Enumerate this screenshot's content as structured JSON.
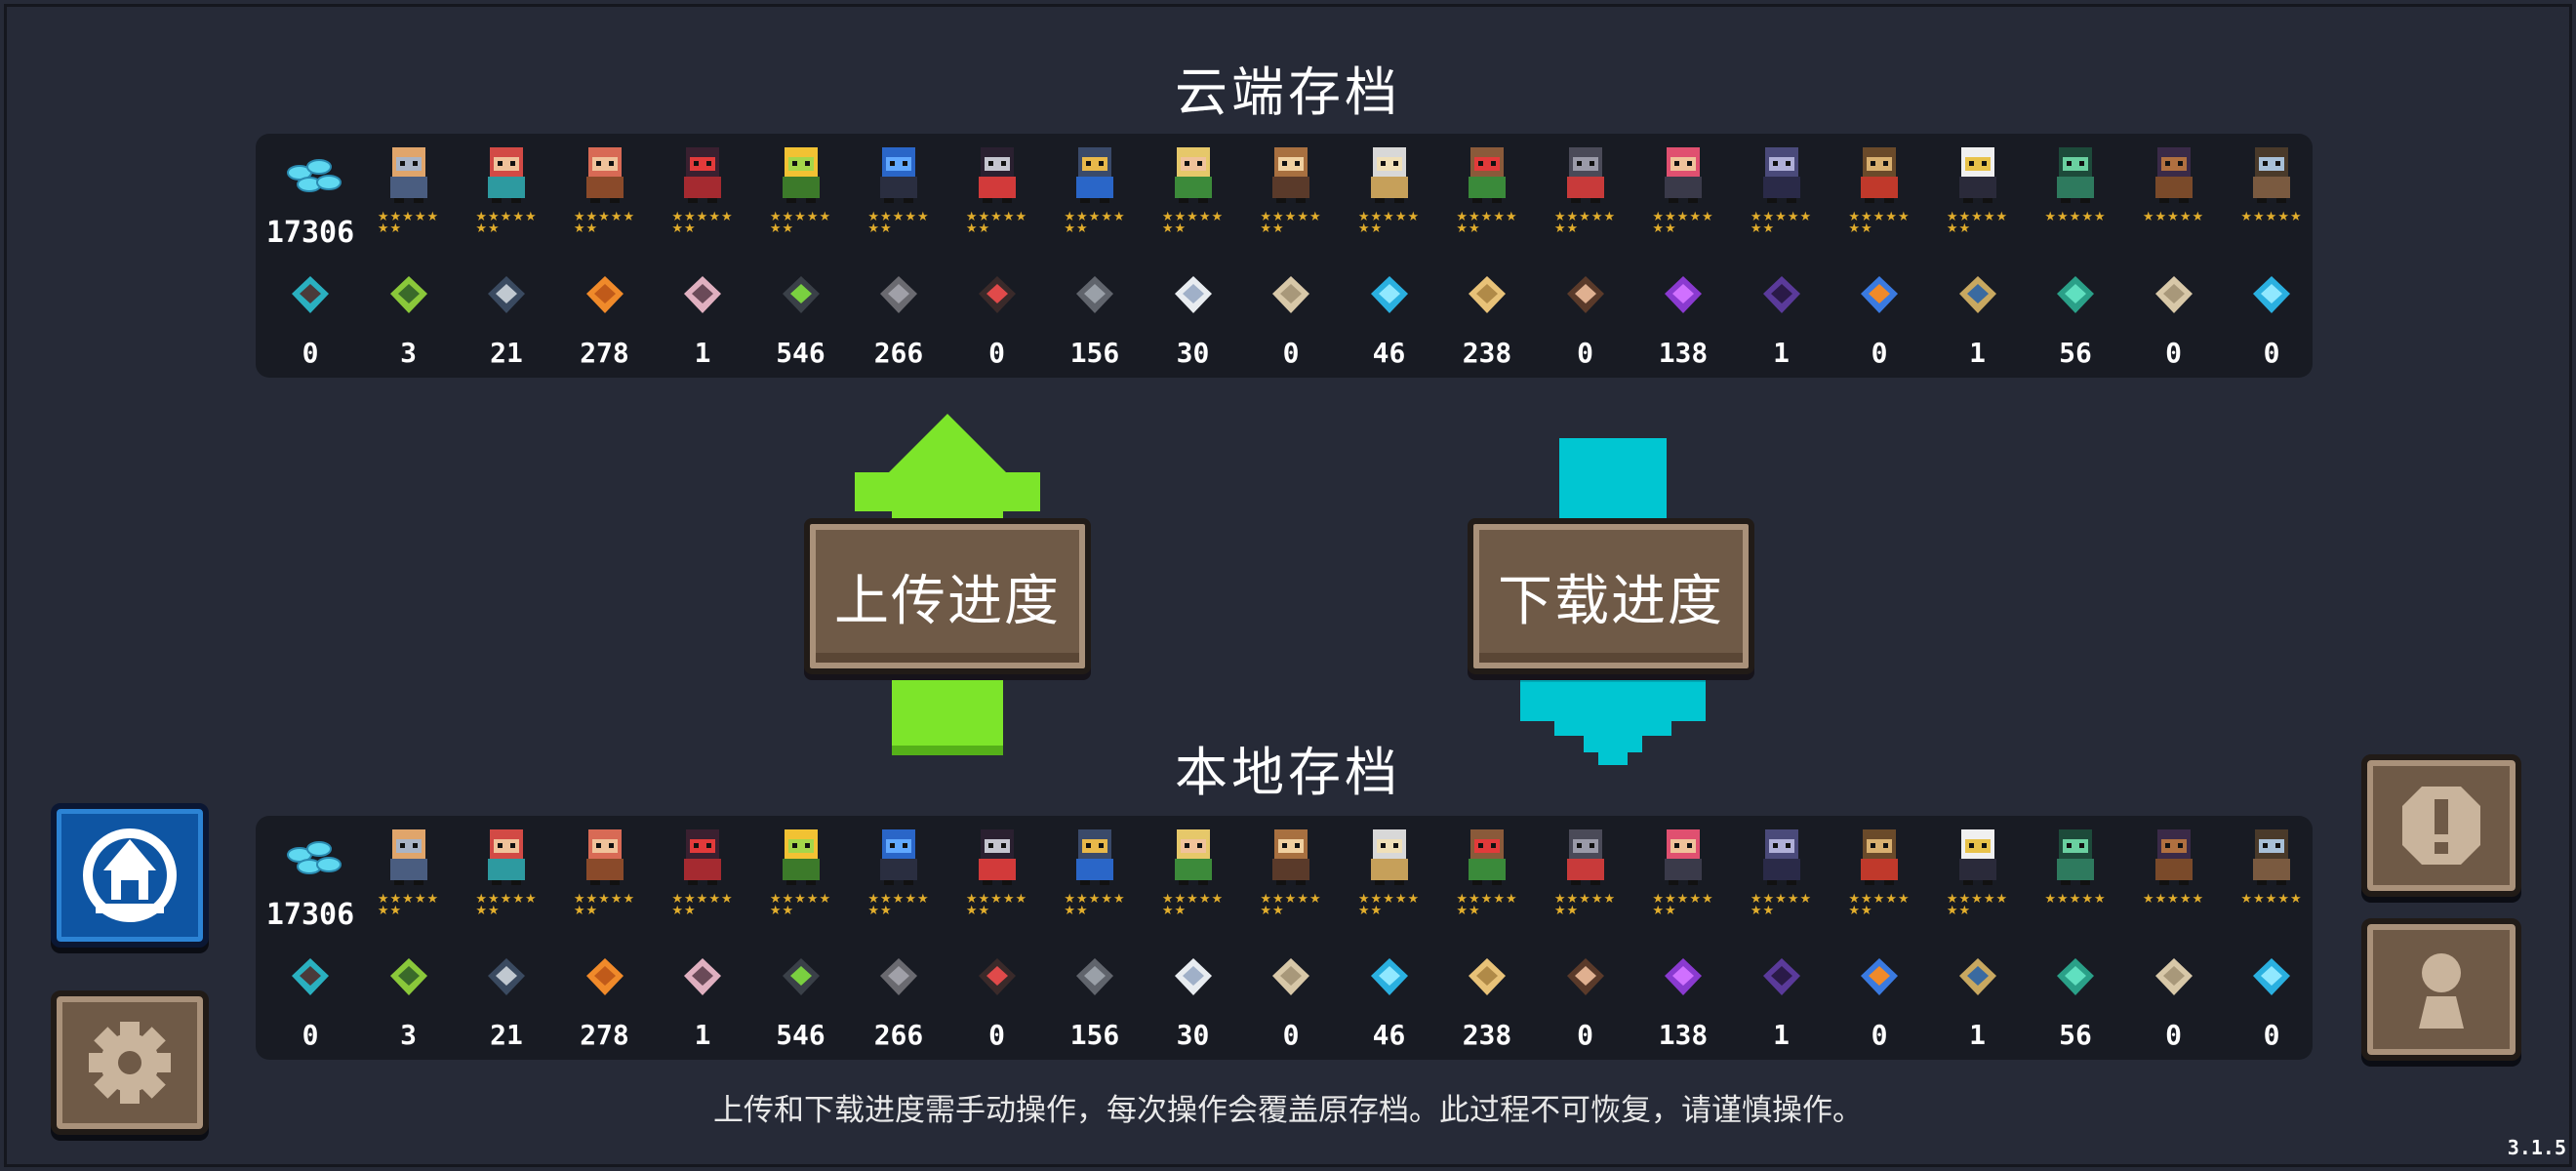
{
  "cloud_title": "云端存档",
  "local_title": "本地存档",
  "upload_label": "上传进度",
  "download_label": "下载进度",
  "notice": "上传和下载进度需手动操作，每次操作会覆盖原存档。此过程不可恢复，请谨慎操作。",
  "version": "3.1.5",
  "colors": {
    "background": "#262a37",
    "panel": "#181b23",
    "upload_arrow": "#7de52a",
    "download_arrow": "#00c6d2",
    "wood": "#6f5a47",
    "star": "#e1ad2c"
  },
  "gem_count": "17306",
  "characters": [
    {
      "icon": "knight-icon",
      "stars": "★★★★★\n★★"
    },
    {
      "icon": "rogue-icon",
      "stars": "★★★★★\n★★"
    },
    {
      "icon": "witch-icon",
      "stars": "★★★★★\n★★"
    },
    {
      "icon": "assassin-icon",
      "stars": "★★★★★\n★★"
    },
    {
      "icon": "engineer-icon",
      "stars": "★★★★★\n★★"
    },
    {
      "icon": "robot-icon",
      "stars": "★★★★★\n★★"
    },
    {
      "icon": "vampire-icon",
      "stars": "★★★★★\n★★"
    },
    {
      "icon": "paladin-icon",
      "stars": "★★★★★\n★★"
    },
    {
      "icon": "elf-icon",
      "stars": "★★★★★\n★★"
    },
    {
      "icon": "werewolf-icon",
      "stars": "★★★★★\n★★"
    },
    {
      "icon": "priest-icon",
      "stars": "★★★★★\n★★"
    },
    {
      "icon": "druid-icon",
      "stars": "★★★★★\n★★"
    },
    {
      "icon": "berserker-icon",
      "stars": "★★★★★\n★★"
    },
    {
      "icon": "alchemist-icon",
      "stars": "★★★★★\n★★"
    },
    {
      "icon": "necromancer-icon",
      "stars": "★★★★★\n★★"
    },
    {
      "icon": "officer-icon",
      "stars": "★★★★★\n★★"
    },
    {
      "icon": "taoist-icon",
      "stars": "★★★★★\n★★"
    },
    {
      "icon": "airdrop-machine-icon",
      "stars": "★★★★★"
    },
    {
      "icon": "bookshelf-icon",
      "stars": "★★★★★"
    },
    {
      "icon": "pot-icon",
      "stars": "★★★★★"
    }
  ],
  "materials": [
    {
      "icon": "cloth-icon",
      "count": "0"
    },
    {
      "icon": "seed-icon",
      "count": "3"
    },
    {
      "icon": "feather-orb-icon",
      "count": "21"
    },
    {
      "icon": "ore-icon",
      "count": "278"
    },
    {
      "icon": "pink-box-icon",
      "count": "1"
    },
    {
      "icon": "battery-icon",
      "count": "546"
    },
    {
      "icon": "gear-part-icon",
      "count": "266"
    },
    {
      "icon": "red-chip-icon",
      "count": "0"
    },
    {
      "icon": "stone-icon",
      "count": "156"
    },
    {
      "icon": "white-feather-icon",
      "count": "30"
    },
    {
      "icon": "scroll-icon",
      "count": "0"
    },
    {
      "icon": "ice-crystal-icon",
      "count": "46"
    },
    {
      "icon": "timber-icon",
      "count": "238"
    },
    {
      "icon": "jar-icon",
      "count": "0"
    },
    {
      "icon": "purple-crystal-icon",
      "count": "138"
    },
    {
      "icon": "purple-box-icon",
      "count": "1"
    },
    {
      "icon": "flag-icon",
      "count": "0"
    },
    {
      "icon": "gold-box-icon",
      "count": "1"
    },
    {
      "icon": "green-crystal-icon",
      "count": "56"
    },
    {
      "icon": "scroll-2-icon",
      "count": "0"
    },
    {
      "icon": "blue-feather-icon",
      "count": "0"
    }
  ]
}
